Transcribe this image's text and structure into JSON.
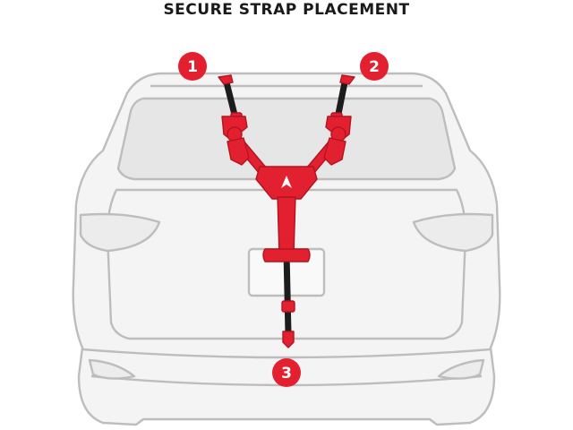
{
  "title": "SECURE STRAP PLACEMENT",
  "markers": [
    {
      "label": "1"
    },
    {
      "label": "2"
    },
    {
      "label": "3"
    }
  ],
  "colors": {
    "accent": "#e3202f",
    "outline": "#bdbdbd",
    "car_fill": "#f4f4f4",
    "window_fill": "#e6e6e6",
    "strap": "#1c1c1c",
    "badge_text": "#ffffff"
  }
}
